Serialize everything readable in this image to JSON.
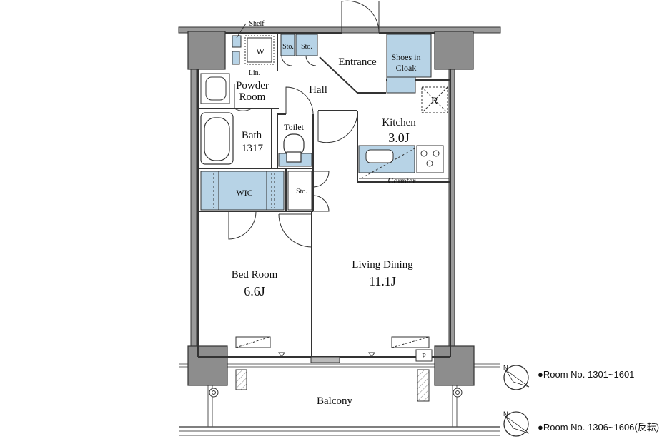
{
  "rooms": {
    "shelf": "Shelf",
    "washer": "W",
    "linen": "Lin.",
    "powder_room": "Powder",
    "powder_room_2": "Room",
    "bath": "Bath",
    "bath_size": "1317",
    "storage_1": "Sto.",
    "storage_2": "Sto.",
    "storage_3": "Sto.",
    "toilet": "Toilet",
    "hall": "Hall",
    "entrance": "Entrance",
    "shoes_cloak_1": "Shoes in",
    "shoes_cloak_2": "Cloak",
    "refrigerator": "R",
    "kitchen": "Kitchen",
    "kitchen_size": "3.0J",
    "counter": "Counter",
    "wic": "WIC",
    "bedroom": "Bed Room",
    "bedroom_size": "6.6J",
    "living": "Living Dining",
    "living_size": "11.1J",
    "pipe": "P",
    "balcony": "Balcony"
  },
  "legend": [
    {
      "text": "●Room No. 1301~1601",
      "compass": "N"
    },
    {
      "text": "●Room No. 1306~1606(反転)",
      "compass": "N"
    }
  ],
  "colors": {
    "fixture_blue": "#b7d3e6",
    "wall": "#9a9a9a",
    "line": "#333333"
  }
}
